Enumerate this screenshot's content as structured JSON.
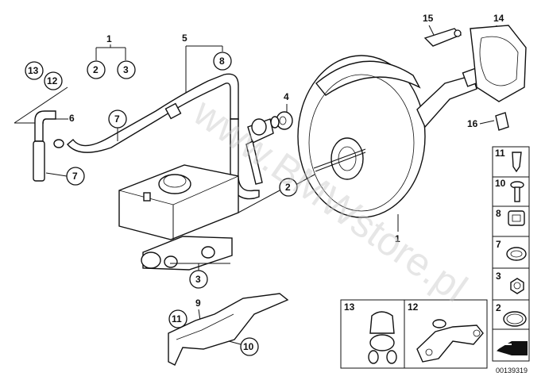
{
  "diagram": {
    "callouts": {
      "c1_top": "1",
      "c2_top": "2",
      "c3_top": "3",
      "c5": "5",
      "c8": "8",
      "c13": "13",
      "c12": "12",
      "c6": "6",
      "c7_left": "7",
      "c7_mid": "7",
      "c4": "4",
      "c15": "15",
      "c14": "14",
      "c16": "16",
      "c2_mid": "2",
      "c1_booster": "1",
      "c3_bottom": "3",
      "c9": "9",
      "c11_bottom": "11",
      "c10_bottom": "10"
    },
    "legend": {
      "side": [
        {
          "num": "11",
          "icon": "clip-nut-icon"
        },
        {
          "num": "10",
          "icon": "screw-icon"
        },
        {
          "num": "8",
          "icon": "rubber-grommet-icon"
        },
        {
          "num": "7",
          "icon": "hose-clamp-icon"
        },
        {
          "num": "3",
          "icon": "hex-nut-icon"
        },
        {
          "num": "2",
          "icon": "seal-ring-icon"
        }
      ],
      "bottom": [
        {
          "num": "13",
          "icon": "hose-connector-icon"
        },
        {
          "num": "12",
          "icon": "holder-bracket-icon"
        }
      ]
    },
    "watermark": "www.BMWstore.pl",
    "doc_id": "00139319"
  }
}
